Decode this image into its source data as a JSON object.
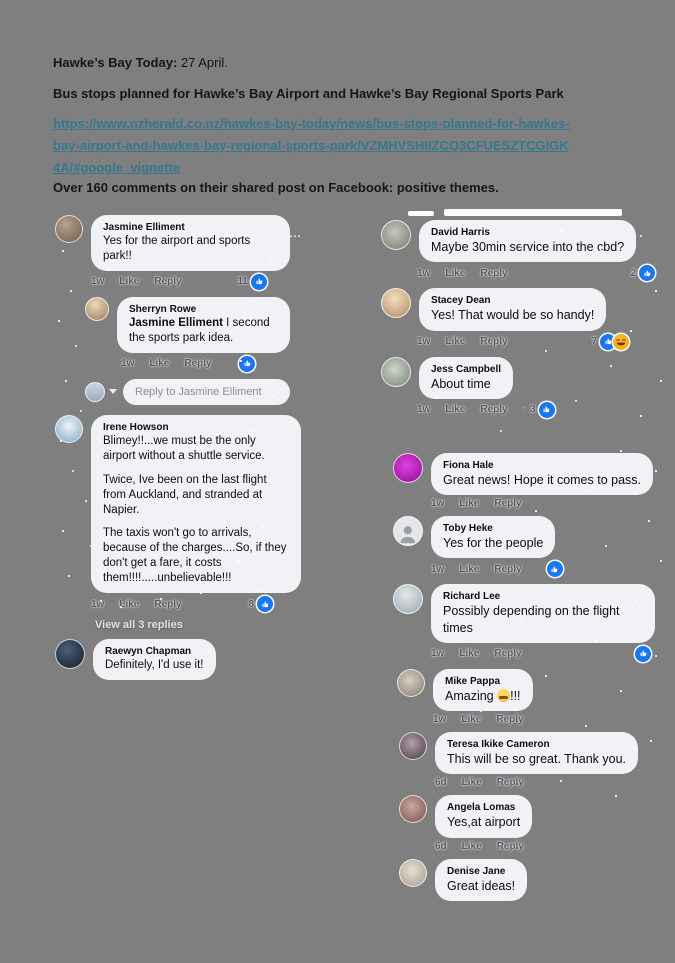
{
  "document": {
    "date_line_bold": "Hawke’s Bay Today:",
    "date_line_rest": " 27 April.",
    "headline": "Bus stops planned for Hawke’s Bay Airport and Hawke’s Bay Regional Sports Park",
    "link_url": "https://www.nzherald.co.nz/hawkes-bay-today/news/bus-stops-planned-for-hawkes-bay-airport-and-hawkes-bay-regional-sports-park/VZMHVSHIIZCQ3CFUESZTCGIGK4A/#google_vignette",
    "summary": "Over 160 comments on their shared post on Facebook: positive themes."
  },
  "facebook": {
    "labels": {
      "like": "Like",
      "reply": "Reply",
      "dot": "·"
    },
    "options_icon": "⋯",
    "reply_input_placeholder": "Reply to Jasmine Elliment",
    "view_replies": "View all 3 replies",
    "colors": {
      "like_blue": "#1877f2",
      "haha_yellow": "#f7b125",
      "bubble_bg": "#f1f2f5",
      "background_gray": "#7f7f7f",
      "link_teal": "#35788f"
    },
    "left": [
      {
        "name": "Jasmine Elliment",
        "text": "Yes for the airport and sports park!!",
        "time": "1w",
        "reaction_count": "11"
      },
      {
        "name": "Sherryn Rowe",
        "mention": "Jasmine Elliment",
        "text": " I second the sports park idea.",
        "time": "1w"
      },
      {
        "name": "Irene Howson",
        "p1": "Blimey!!...we must be the only airport without a shuttle service.",
        "p2": "Twice, Ive been on the last flight from Auckland, and stranded at Napier.",
        "p3": "The taxis won't go to arrivals, because of the charges....So, if they don't get a fare, it costs them!!!!.....unbelievable!!!",
        "time": "1w",
        "reaction_count": "8"
      },
      {
        "name": "Raewyn Chapman",
        "text": "Definitely, I'd use it!"
      }
    ],
    "right": [
      {
        "name": "David Harris",
        "text": "Maybe 30min service into the cbd?",
        "time": "1w",
        "reaction_count": "2"
      },
      {
        "name": "Stacey Dean",
        "text": "Yes! That would be so handy!",
        "time": "1w",
        "reaction_count": "7"
      },
      {
        "name": "Jess Campbell",
        "text": "About time",
        "time": "1w",
        "reaction_count": "3"
      },
      {
        "name": "Fiona Hale",
        "text": "Great news! Hope it comes to pass.",
        "time": "1w"
      },
      {
        "name": "Toby Heke",
        "text": "Yes for the people",
        "time": "1w"
      },
      {
        "name": "Richard Lee",
        "text": "Possibly depending on the flight times",
        "time": "1w"
      },
      {
        "name": "Mike Pappa",
        "text_before": "Amazing ",
        "emoji": "grimacing-face",
        "text_after": "!!!",
        "time": "1w"
      },
      {
        "name": "Teresa Ikike Cameron",
        "text": "This will be so great. Thank you.",
        "time": "6d"
      },
      {
        "name": "Angela Lomas",
        "text": "Yes,at airport",
        "time": "6d"
      },
      {
        "name": "Denise Jane",
        "text": "Great ideas!"
      }
    ]
  }
}
